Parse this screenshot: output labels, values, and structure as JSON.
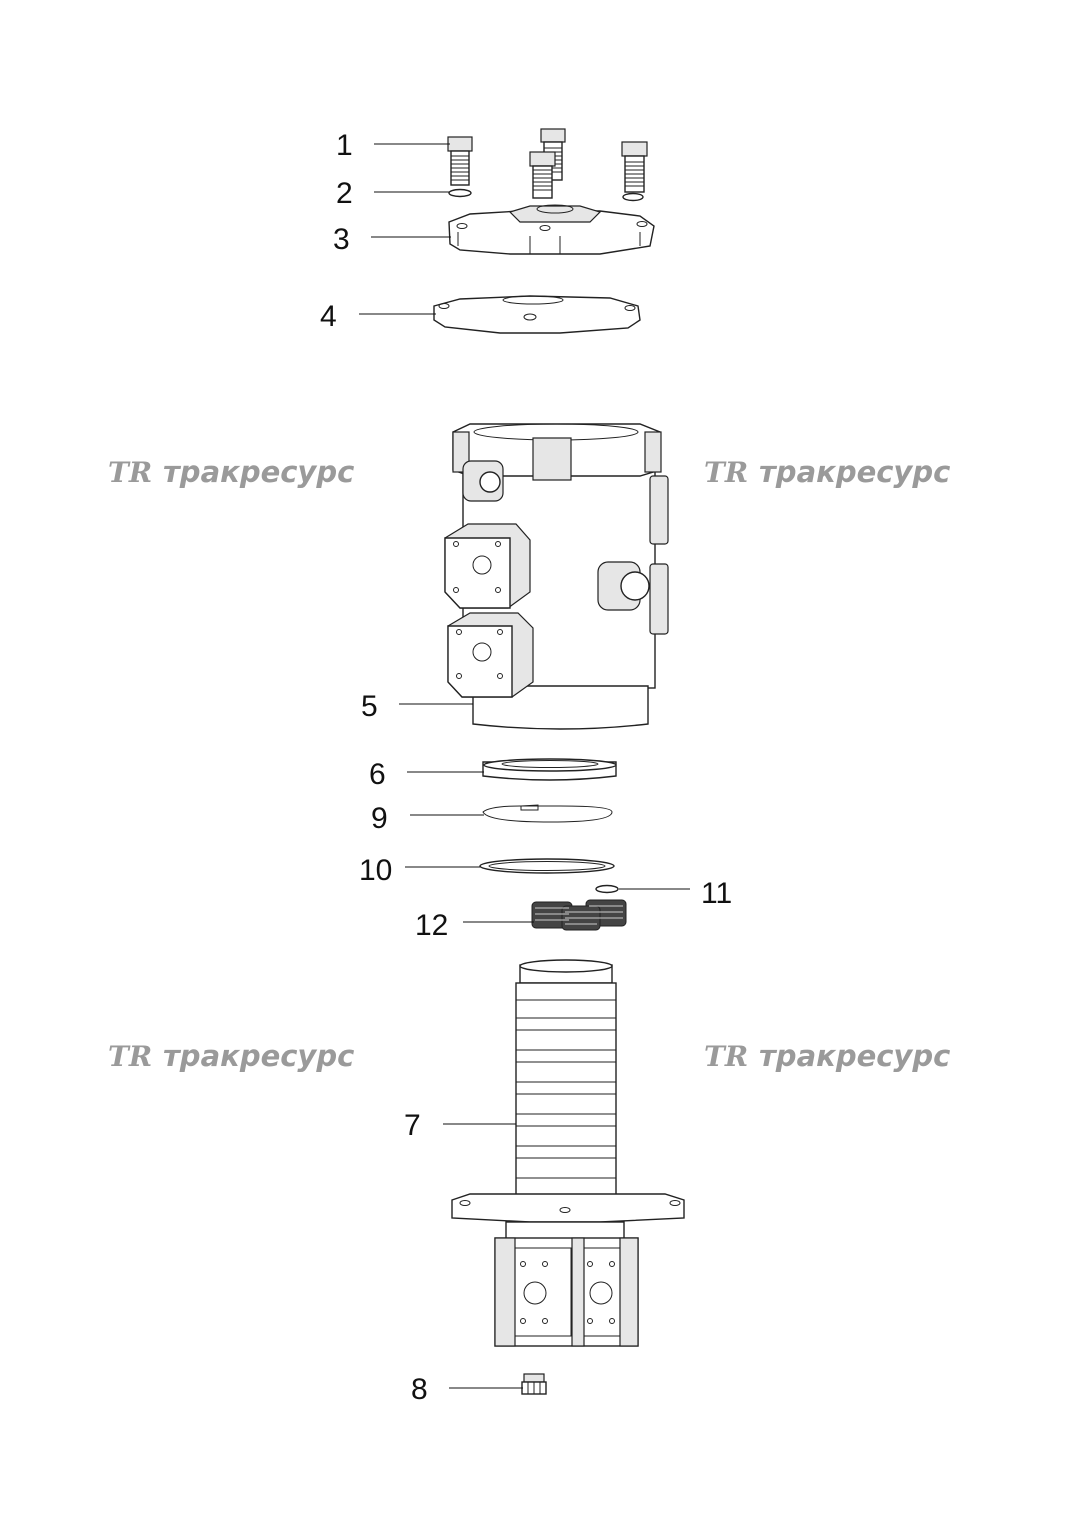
{
  "callouts": [
    {
      "label": "1"
    },
    {
      "label": "2"
    },
    {
      "label": "3"
    },
    {
      "label": "4"
    },
    {
      "label": "5"
    },
    {
      "label": "6"
    },
    {
      "label": "9"
    },
    {
      "label": "10"
    },
    {
      "label": "11"
    },
    {
      "label": "12"
    },
    {
      "label": "7"
    },
    {
      "label": "8"
    }
  ],
  "watermarks": [
    {
      "logo": "TR",
      "text": "тракресурс"
    },
    {
      "logo": "TR",
      "text": "тракресурс"
    },
    {
      "logo": "TR",
      "text": "тракресурс"
    },
    {
      "logo": "TR",
      "text": "тракресурс"
    }
  ],
  "colors": {
    "line": "#222222",
    "watermark": "#9a9a9a",
    "background": "#ffffff"
  }
}
